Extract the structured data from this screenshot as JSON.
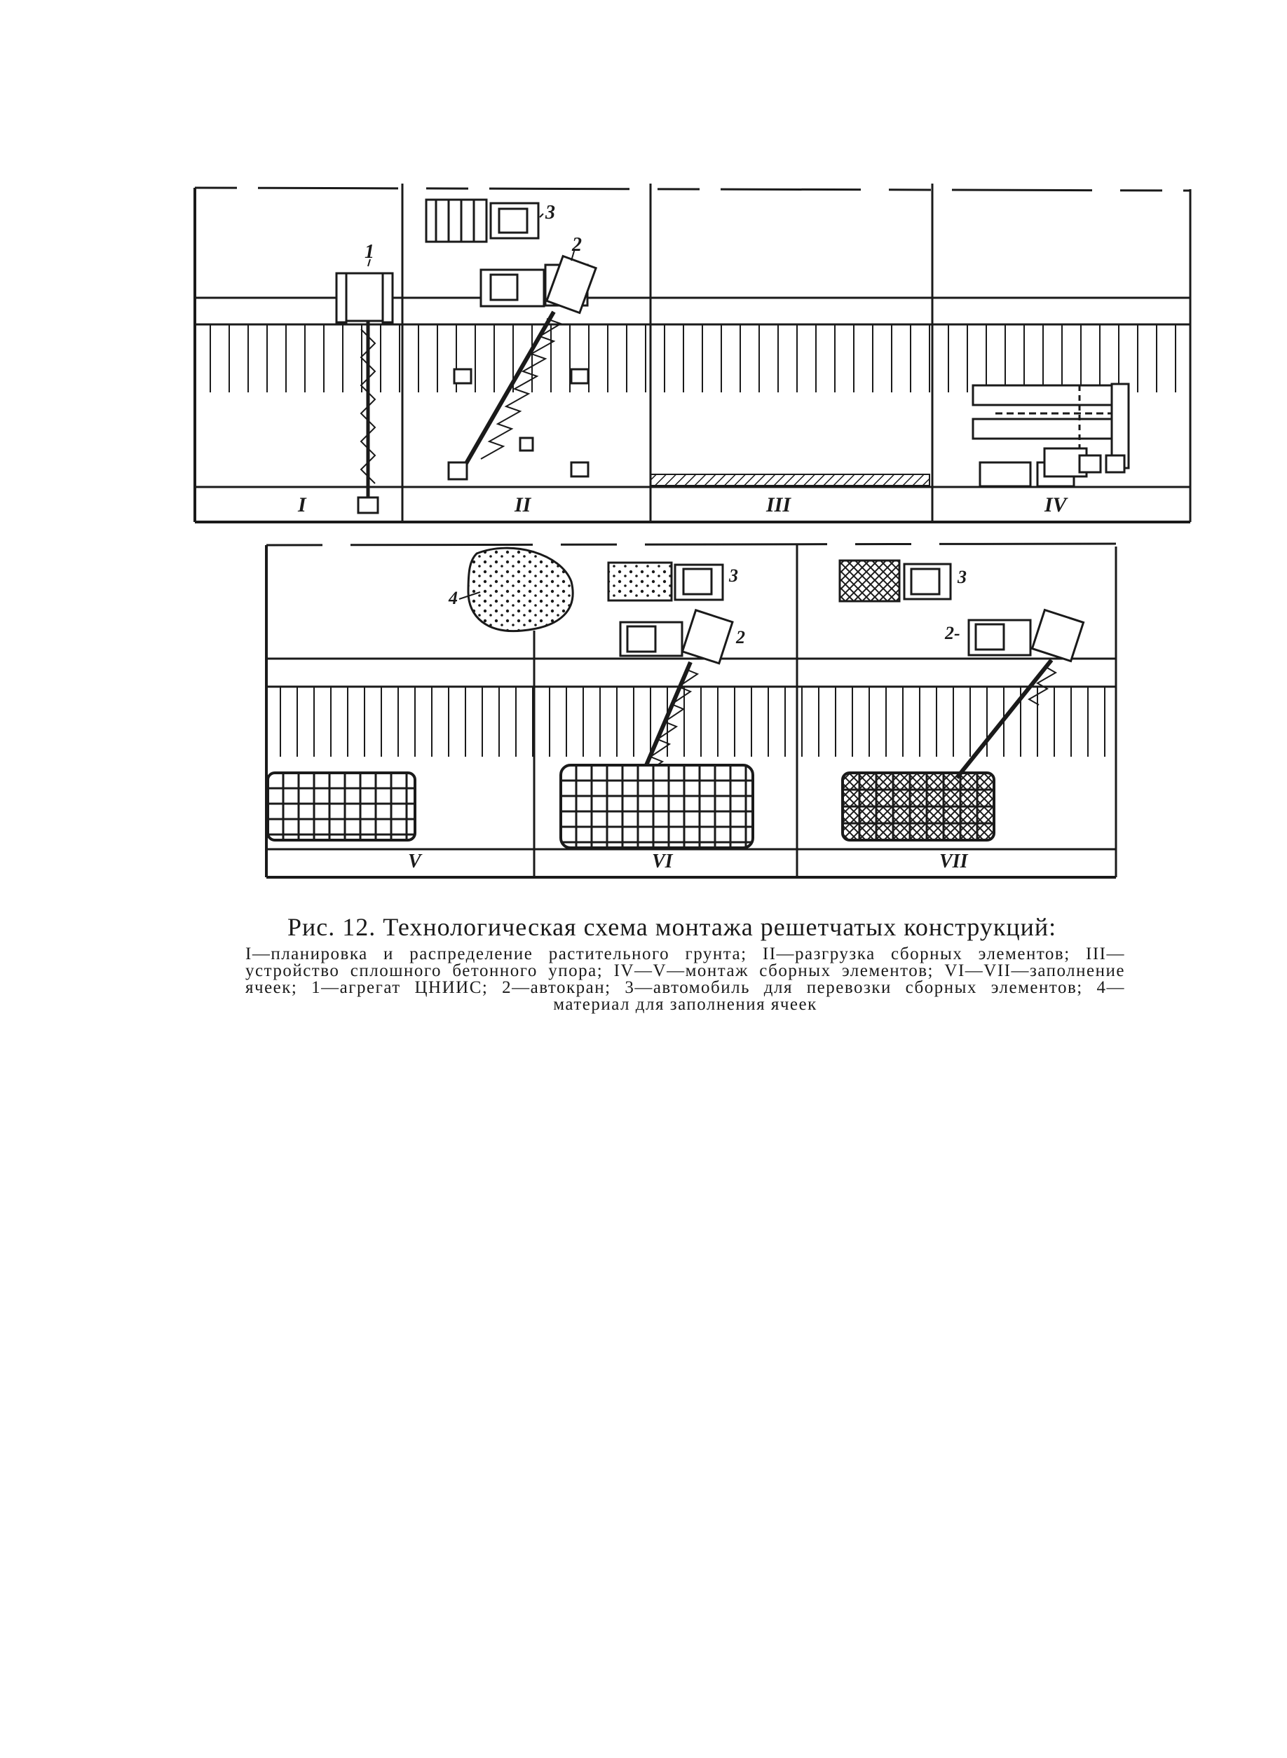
{
  "diagram": {
    "top_stage_labels": [
      "I",
      "II",
      "III",
      "IV"
    ],
    "bottom_stage_labels": [
      "V",
      "VI",
      "VII"
    ],
    "callouts": {
      "aggregate": "1",
      "crane_top": "2",
      "truck_top": "3",
      "material": "4",
      "crane_vi": "2",
      "truck_vi": "3",
      "crane_vii": "2-",
      "truck_vii": "3"
    },
    "ink_color": "#1a1a1a",
    "paper_color": "#ffffff"
  },
  "caption": {
    "title": "Рис. 12. Технологическая схема монтажа решетчатых конструкций:",
    "body": "I—планировка и распределение растительного грунта; II—разгрузка сборных элементов; III—устройство сплошного бетонного упора; IV—V—монтаж сборных элементов; VI—VII—заполнение ячеек; 1—агрегат ЦНИИС; 2—автокран; 3—автомобиль для перевозки сборных элементов; 4—материал для заполнения ячеек"
  }
}
